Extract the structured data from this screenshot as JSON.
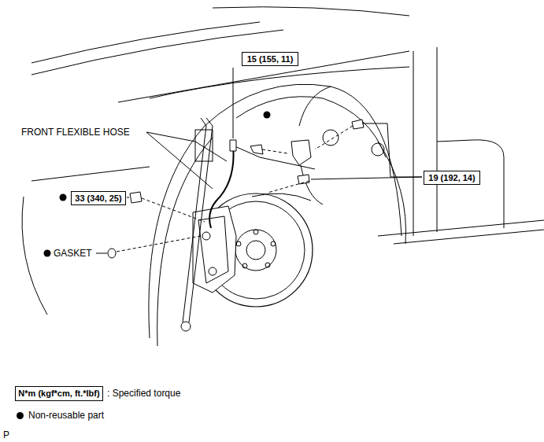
{
  "diagram": {
    "nodes": [
      {
        "text": [
          "15 (155, 11)"
        ]
      },
      {
        "text": [
          "19 (192, 14)"
        ]
      },
      {
        "text": [
          "33 (340, 25)"
        ]
      },
      {
        "text": [
          "N*m (kgf*cm, ft.*lbf)"
        ]
      }
    ],
    "edges": [],
    "labels": [
      "FRONT FLEXIBLE HOSE",
      "GASKET",
      "P"
    ],
    "legend": [
      {
        "text": ": Specified torque"
      },
      {
        "text": "Non-reusable part"
      }
    ]
  }
}
